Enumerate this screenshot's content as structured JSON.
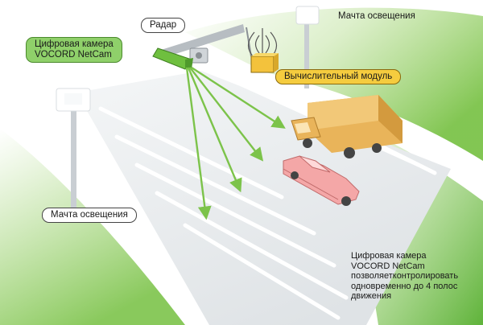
{
  "labels": {
    "radar": "Радар",
    "camera_line1": "Цифровая камера",
    "camera_line2": "VOCORD NetCam",
    "light_mast_top": "Мачта освещения",
    "compute_module": "Вычислительный модуль",
    "light_mast_left": "Мачта освещения"
  },
  "caption": {
    "line1": "Цифровая камера",
    "line2": "VOCORD NetCam",
    "line3": "позволяетконтролировать",
    "line4": "одновременно до 4 полос",
    "line5": "движения"
  },
  "colors": {
    "green_bg": "#9ed36c",
    "camera": "#6fbf3f",
    "arrow": "#7cc34a",
    "truck": "#e9b45a",
    "car": "#f4a7a7",
    "module": "#f3c23c",
    "road": "#e9ecee"
  }
}
